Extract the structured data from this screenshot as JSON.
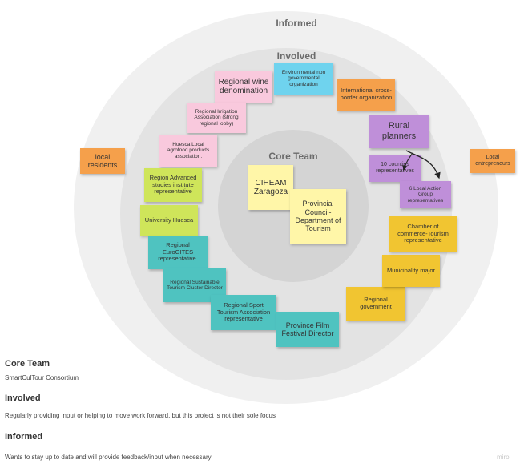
{
  "rings": {
    "informed": "Informed",
    "involved": "Involved",
    "core": "Core Team"
  },
  "notes": {
    "regional_wine": "Regional wine denomination",
    "environmental_ngo": "Environmental non governmental organization",
    "international_crossborder": "International cross-border organization",
    "regional_irrigation": "Regional Irrigation Association (strong regional lobby)",
    "huesca_agrofood": "Huesca Local agrofood products association.",
    "rural_planners": "Rural planners",
    "counties_reps": "10 counties representatives",
    "local_action_group": "6 Local Action Group representatives",
    "local_residents": "local residents",
    "local_entrepreneurs": "Local entrepreneurs",
    "region_advanced": "Region Advanced studies institute representative",
    "university_huesca": "University Huesca",
    "eurogites": "Regional EuroGITES representative.",
    "sustainable_cluster": "Regional Sustainable Tourism Cluster Director",
    "sport_tourism": "Regional Sport Tourism Association representative",
    "film_festival": "Province Film Festival Director",
    "regional_government": "Regional government",
    "municipality_major": "Municipality major",
    "chamber_commerce": "Chamber of commerce-Tourism representative",
    "ciheam": "CIHEAM Zaragoza",
    "provincial_council": "Provincial Council- Department of Tourism"
  },
  "legend": {
    "core_title": "Core Team",
    "core_desc": "SmartCulTour Consortium",
    "involved_title": "Involved",
    "involved_desc": "Regularly providing input or helping to move work forward, but this project is not their sole focus",
    "informed_title": "Informed",
    "informed_desc": "Wants to stay up to date and will provide feedback/input when necessary"
  },
  "watermark": "miro",
  "colors": {
    "pink": "#f9c9dd",
    "cyan": "#6fd3ee",
    "orange": "#f5a04b",
    "purple": "#bf8fd9",
    "lime": "#cfe55a",
    "teal": "#4fc3c0",
    "yellow": "#f1c531",
    "core_yellow": "#fff6a8"
  }
}
